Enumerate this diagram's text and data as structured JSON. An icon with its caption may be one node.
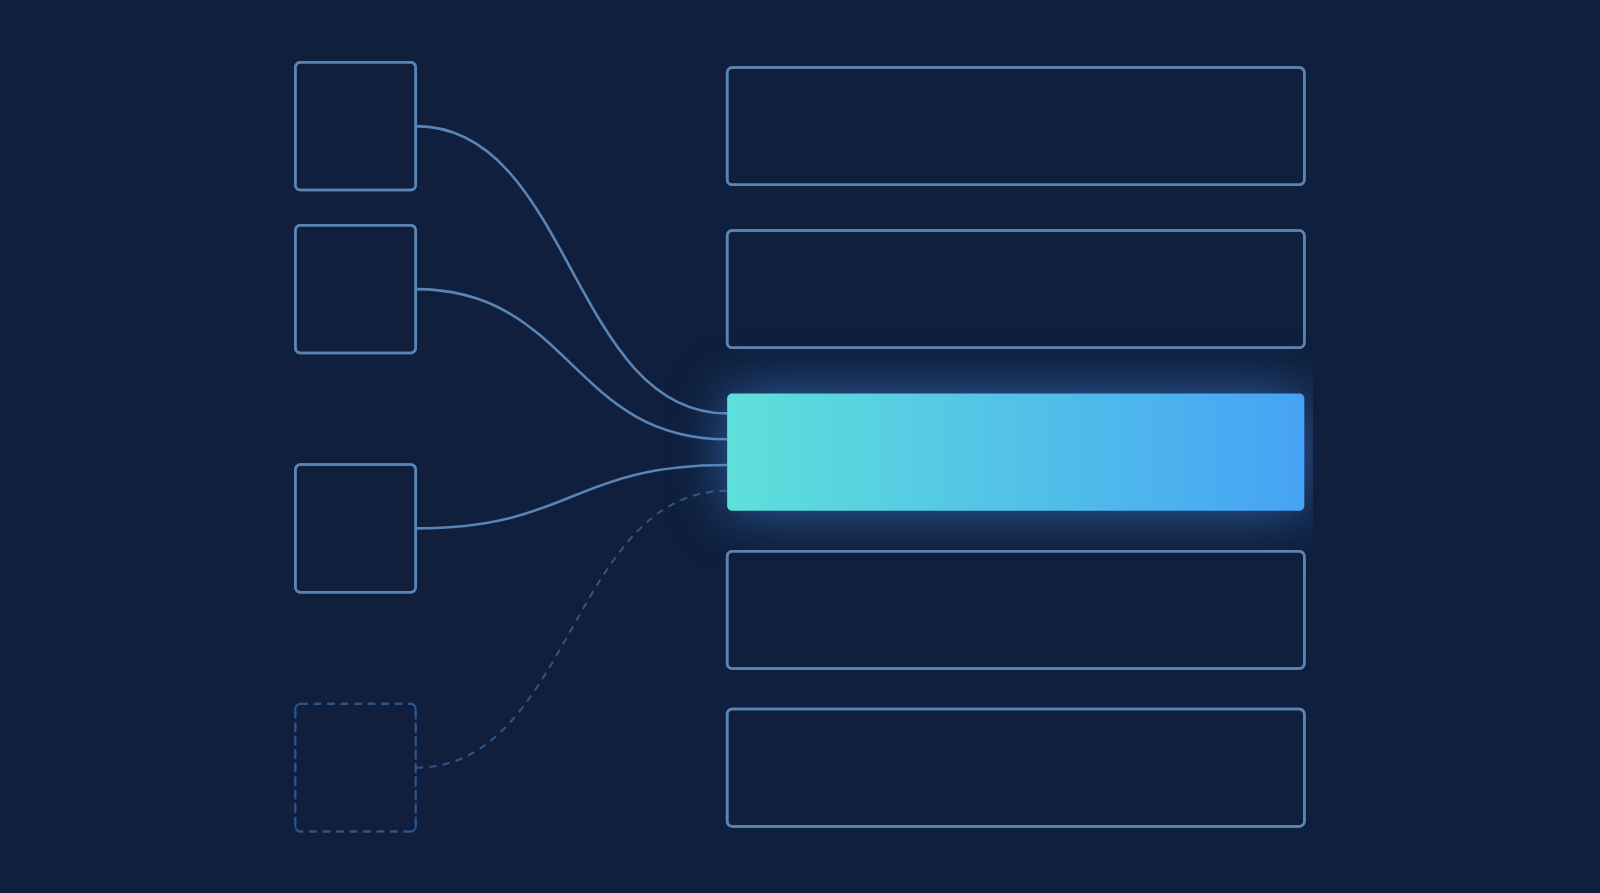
{
  "diagram": {
    "nodes": [
      {
        "text": [],
        "shape": "box"
      },
      {
        "text": [],
        "shape": "box"
      },
      {
        "text": [],
        "shape": "box"
      },
      {
        "text": [],
        "shape": "box"
      },
      {
        "text": [],
        "shape": "bar"
      },
      {
        "text": [],
        "shape": "bar"
      },
      {
        "text": [],
        "shape": "bar"
      },
      {
        "text": [],
        "shape": "bar"
      },
      {
        "text": [],
        "shape": "bar"
      }
    ],
    "edges": [
      {
        "from": 0,
        "to": 6,
        "arrow": "none"
      },
      {
        "from": 1,
        "to": 6,
        "arrow": "none"
      },
      {
        "from": 2,
        "to": 6,
        "arrow": "none"
      },
      {
        "from": 3,
        "to": 6,
        "arrow": "none",
        "style": "dashed",
        "color": "#2e5488"
      }
    ]
  }
}
